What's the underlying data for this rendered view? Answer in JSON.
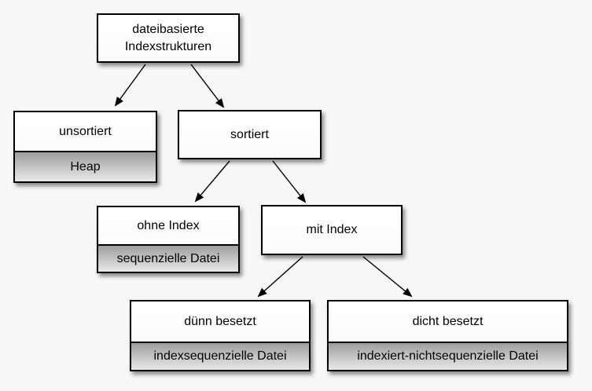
{
  "diagram": {
    "type": "tree",
    "language": "de",
    "topic": "dateibasierte Indexstrukturen",
    "colors": {
      "background": "#f7f7f7",
      "box_fill": "#ffffff",
      "box_border": "#000000",
      "sub_gradient_top": "#9e9e9e",
      "sub_gradient_bottom": "#e9e9e9",
      "arrow": "#000000",
      "text": "#000000"
    },
    "nodes": [
      {
        "id": "root",
        "label": "dateibasierte Indexstrukturen",
        "sublabel": ""
      },
      {
        "id": "unsortiert",
        "label": "unsortiert",
        "sublabel": "Heap"
      },
      {
        "id": "sortiert",
        "label": "sortiert",
        "sublabel": ""
      },
      {
        "id": "ohne-index",
        "label": "ohne Index",
        "sublabel": "sequenzielle Datei"
      },
      {
        "id": "mit-index",
        "label": "mit Index",
        "sublabel": ""
      },
      {
        "id": "duenn-besetzt",
        "label": "dünn besetzt",
        "sublabel": "indexsequenzielle Datei"
      },
      {
        "id": "dicht-besetzt",
        "label": "dicht besetzt",
        "sublabel": "indexiert-nichtsequenzielle Datei"
      }
    ],
    "edges": [
      {
        "from": "root",
        "to": "unsortiert"
      },
      {
        "from": "root",
        "to": "sortiert"
      },
      {
        "from": "sortiert",
        "to": "ohne-index"
      },
      {
        "from": "sortiert",
        "to": "mit-index"
      },
      {
        "from": "mit-index",
        "to": "duenn-besetzt"
      },
      {
        "from": "mit-index",
        "to": "dicht-besetzt"
      }
    ]
  }
}
